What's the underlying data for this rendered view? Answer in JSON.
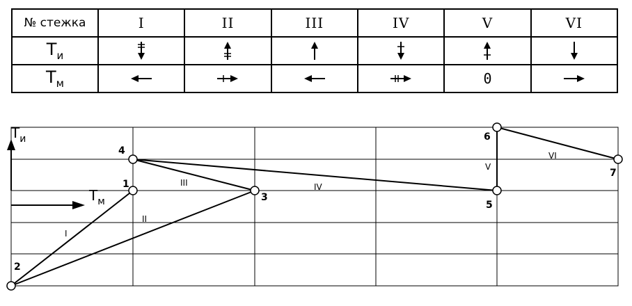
{
  "table": {
    "header_label": "№ стежка",
    "columns": [
      "I",
      "II",
      "III",
      "IV",
      "V",
      "VI"
    ],
    "rows": [
      {
        "label_main": "T",
        "label_sub": "и",
        "cells": [
          {
            "icon": "arrow-down-double-tick-icon"
          },
          {
            "icon": "arrow-up-double-tick-icon"
          },
          {
            "icon": "arrow-up-icon"
          },
          {
            "icon": "arrow-down-single-tick-icon"
          },
          {
            "icon": "arrow-up-single-tick-icon"
          },
          {
            "icon": "arrow-down-icon"
          }
        ]
      },
      {
        "label_main": "T",
        "label_sub": "м",
        "cells": [
          {
            "icon": "arrow-left-icon"
          },
          {
            "icon": "arrow-right-single-tick-icon"
          },
          {
            "icon": "arrow-left-icon"
          },
          {
            "icon": "arrow-right-double-tick-icon"
          },
          {
            "text": "0"
          },
          {
            "icon": "arrow-right-icon"
          }
        ]
      }
    ]
  },
  "graph": {
    "axis_y_label_main": "T",
    "axis_y_label_sub": "и",
    "axis_x_label_main": "T",
    "axis_x_label_sub": "м",
    "points": [
      "1",
      "2",
      "3",
      "4",
      "5",
      "6",
      "7"
    ],
    "segments": [
      {
        "label": "I",
        "from": "2",
        "to": "1"
      },
      {
        "label": "II",
        "from": "2",
        "to": "3"
      },
      {
        "label": "III",
        "from": "3",
        "to": "4"
      },
      {
        "label": "IV",
        "from": "4",
        "to": "5"
      },
      {
        "label": "V",
        "from": "5",
        "to": "6"
      },
      {
        "label": "VI",
        "from": "6",
        "to": "7"
      }
    ]
  }
}
